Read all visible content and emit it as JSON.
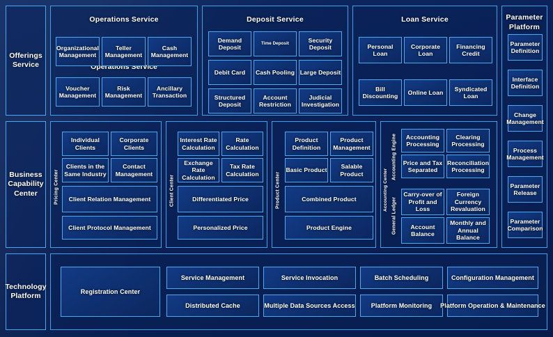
{
  "rows": {
    "offerings": {
      "label": "Offerings\nService"
    },
    "business": {
      "label": "Business\nCapability\nCenter"
    },
    "technology": {
      "label": "Technology\nPlatform"
    }
  },
  "offerings_row": {
    "groups": [
      {
        "title": "Operations Service",
        "stray_title": "Operations Service",
        "tiles": [
          "Organizational Management",
          "Teller Management",
          "Cash Management",
          "Voucher Management",
          "Risk Management",
          "Ancillary Transaction"
        ]
      },
      {
        "title": "Deposit Service",
        "tiles": [
          "Demand Deposit",
          "Time Deposit",
          "Security Deposit",
          "Debit Card",
          "Cash Pooling",
          "Large Deposit",
          "Structured Deposit",
          "Account Restriction",
          "Judicial Investigation"
        ]
      },
      {
        "title": "Loan Service",
        "tiles": [
          "Personal Loan",
          "Corporate Loan",
          "Financing Credit",
          "Bill Discounting",
          "Online Loan",
          "Syndicated Loan"
        ]
      }
    ]
  },
  "parameter_platform": {
    "title": "Parameter\nPlatform",
    "tiles": [
      "Parameter Definition",
      "Interface Definition",
      "Change Management",
      "Process Management",
      "Parameter Release",
      "Parameter Comparison"
    ]
  },
  "business_row": {
    "groups": [
      {
        "vlabel": "Pricing Center",
        "tiles": [
          "Individual Clients",
          "Corporate Clients",
          "Clients in the Same Industry",
          "Contact Management",
          "Client Relation Management",
          "Client Protocol Management"
        ]
      },
      {
        "vlabel": "Client Center",
        "tiles": [
          "Interest Rate Calculation",
          "Rate Calculation",
          "Exchange Rate Calculation",
          "Tax Rate Calculation",
          "Differentiated Price",
          "Personalized Price"
        ]
      },
      {
        "vlabel": "Product Center",
        "tiles": [
          "Product Definition",
          "Product Management",
          "Basic Product",
          "Salable Product",
          "Combined Product",
          "Product Engine"
        ]
      },
      {
        "vlabel": "Accounting Center",
        "sub_groups": [
          {
            "vlabel": "Accounting Engine",
            "tiles": [
              "Accounting Processing",
              "Clearing Processing",
              "Price and Tax Separated",
              "Reconciliation Processing"
            ]
          },
          {
            "vlabel": "General Ledger",
            "tiles": [
              "Carry-over of Profit and Loss",
              "Foreign Currency Revaluation",
              "Account Balance",
              "Monthly and Annual Balance"
            ]
          }
        ]
      }
    ]
  },
  "technology_row": {
    "tiles": [
      "Registration Center",
      "Service Management",
      "Distributed Cache",
      "Service Invocation",
      "Multiple Data Sources Access",
      "Batch Scheduling",
      "Platform Monitoring",
      "Configuration Management",
      "Platform Operation & Maintenance"
    ]
  },
  "colors": {
    "background": "#0b2357",
    "border_bright": "#4ea9ef",
    "border_mid": "#3f9fe8",
    "text": "#ffffff"
  }
}
